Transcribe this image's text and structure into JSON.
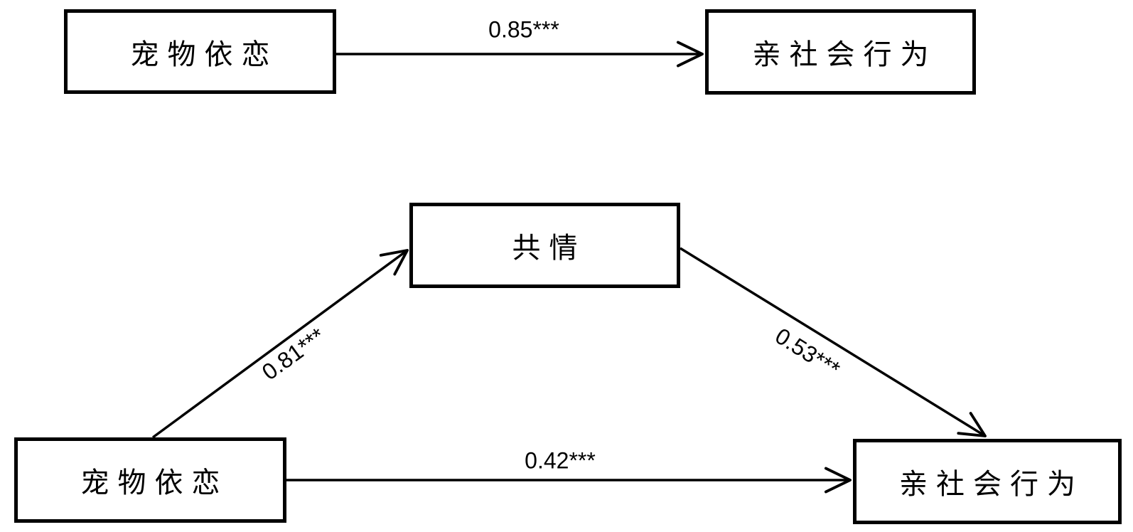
{
  "diagram": {
    "type": "path-mediation-model",
    "colors": {
      "background": "#ffffff",
      "line": "#000000",
      "box_border": "#000000",
      "text": "#000000"
    },
    "models": {
      "total": {
        "boxes": {
          "predictor": "宠物依恋",
          "outcome": "亲社会行为"
        },
        "paths": {
          "c_total": "0.85***"
        }
      },
      "mediation": {
        "boxes": {
          "predictor": "宠物依恋",
          "mediator": "共情",
          "outcome": "亲社会行为"
        },
        "paths": {
          "a": "0.81***",
          "b": "0.53***",
          "c_direct": "0.42***"
        }
      }
    }
  }
}
